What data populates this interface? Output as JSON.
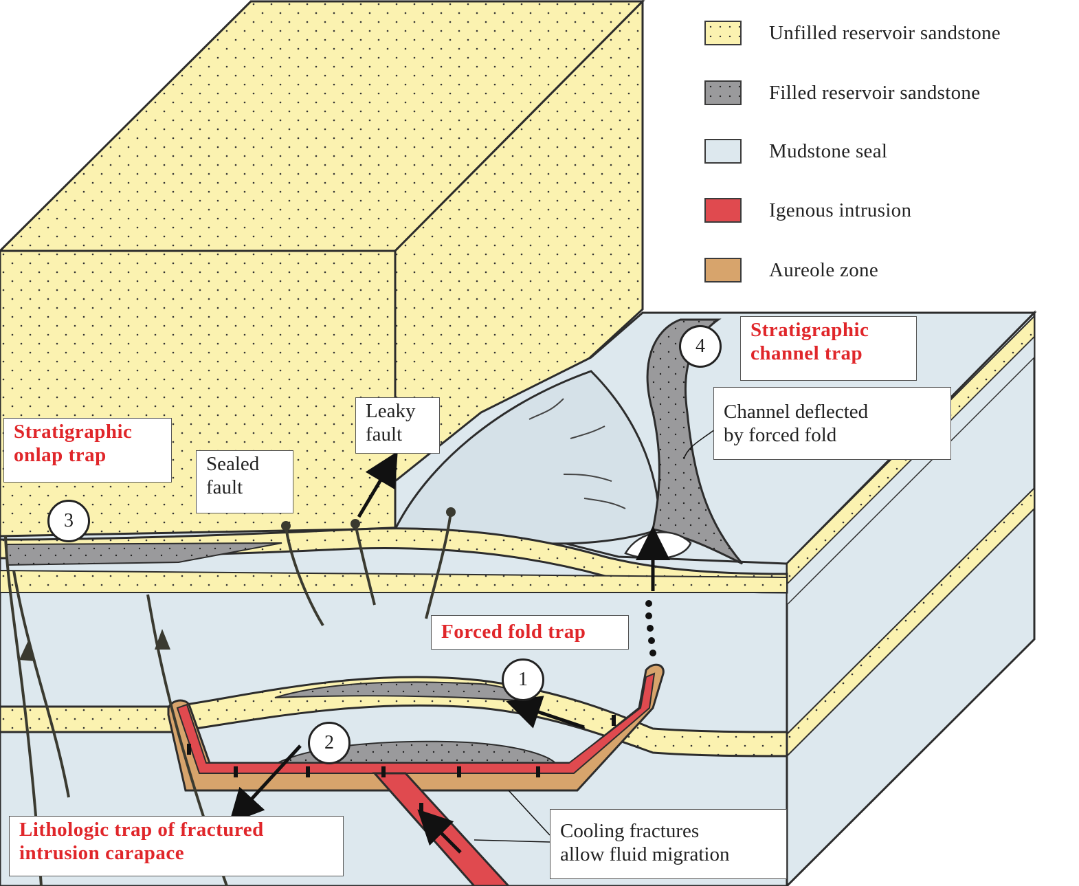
{
  "legend": {
    "items": [
      {
        "label": "Unfilled reservoir sandstone",
        "color": "#fbf2b0",
        "dotted": true
      },
      {
        "label": "Filled reservoir  sandstone",
        "color": "#9a9a9c",
        "dotted": true
      },
      {
        "label": "Mudstone seal",
        "color": "#dde8ee",
        "dotted": false
      },
      {
        "label": "Igenous intrusion",
        "color": "#e04a4f",
        "dotted": false
      },
      {
        "label": "Aureole zone",
        "color": "#d7a46c",
        "dotted": false
      }
    ]
  },
  "labels": {
    "stratigraphic_onlap": [
      "Stratigraphic",
      "onlap trap"
    ],
    "sealed_fault": [
      "Sealed",
      "fault"
    ],
    "leaky_fault": [
      "Leaky",
      "fault"
    ],
    "stratigraphic_channel": [
      "Stratigraphic",
      "channel trap"
    ],
    "channel_deflected": [
      "Channel deflected",
      "by forced fold"
    ],
    "forced_fold": "Forced fold trap",
    "lithologic_trap": [
      "Lithologic trap of fractured",
      "intrusion carapace"
    ],
    "cooling_fractures": [
      "Cooling fractures",
      "allow fluid migration"
    ]
  },
  "markers": [
    "1",
    "2",
    "3",
    "4"
  ],
  "colors": {
    "sandstone": "#fbf2b0",
    "filled": "#9a9a9c",
    "mudstone": "#dde8ee",
    "intrusion": "#e04a4f",
    "aureole": "#d7a46c",
    "accent_red": "#e0262a",
    "outline": "#2c2c2c",
    "fault": "#3a3a30"
  }
}
